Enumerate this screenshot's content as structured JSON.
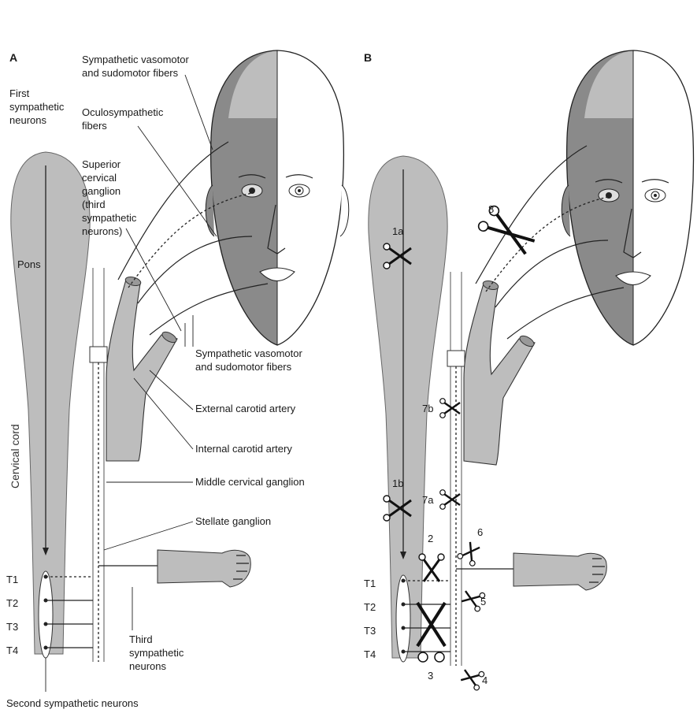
{
  "panel_a": {
    "letter": "A",
    "labels": {
      "first_neurons": [
        "First",
        "sympathetic",
        "neurons"
      ],
      "vasomotor_top": [
        "Sympathetic vasomotor",
        "and sudomotor fibers"
      ],
      "oculosympathetic": [
        "Oculosympathetic",
        "fibers"
      ],
      "superior_ganglion": [
        "Superior",
        "cervical",
        "ganglion",
        "(third",
        "sympathetic",
        "neurons)"
      ],
      "pons": "Pons",
      "cervical_cord": "Cervical cord",
      "vasomotor_mid": [
        "Sympathetic vasomotor",
        "and sudomotor fibers"
      ],
      "external_carotid": "External carotid artery",
      "internal_carotid": "Internal carotid artery",
      "middle_ganglion": "Middle cervical ganglion",
      "stellate": "Stellate ganglion",
      "third_neurons": [
        "Third",
        "sympathetic",
        "neurons"
      ],
      "second_neurons": "Second sympathetic neurons",
      "t1": "T1",
      "t2": "T2",
      "t3": "T3",
      "t4": "T4"
    }
  },
  "panel_b": {
    "letter": "B",
    "lesions": {
      "l1a": "1a",
      "l1b": "1b",
      "l2": "2",
      "l3": "3",
      "l4": "4",
      "l5": "5",
      "l6": "6",
      "l7a": "7a",
      "l7b": "7b",
      "l8": "8"
    },
    "levels": {
      "t1": "T1",
      "t2": "T2",
      "t3": "T3",
      "t4": "T4"
    }
  },
  "colors": {
    "tissue": "#bdbdbd",
    "face_dark": "#8a8a8a",
    "face_mid": "#c9c9c9",
    "ink": "#222222"
  },
  "icons": [
    "scissors-icon",
    "eye-icon",
    "hand-icon"
  ]
}
